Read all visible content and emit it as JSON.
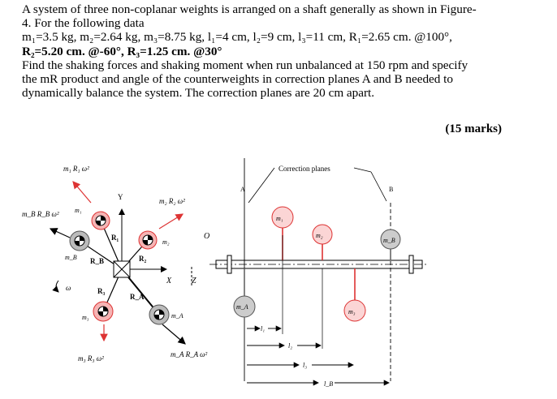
{
  "problem": {
    "line1": "A system of three non-coplanar weights is arranged on a shaft generally as shown in Figure-",
    "line2": "4. For the following data",
    "line3": "m₁=3.5 kg, m₂=2.64 kg, m₃=8.75 kg, l₁=4 cm, l₂=9 cm, l₃=11 cm, R₁=2.65 cm. @100°,",
    "line4": "R₂=5.20 cm. @-60°, R₃=1.25 cm. @30°",
    "line5": "Find the shaking forces and shaking moment when run unbalanced at 150 rpm and specify",
    "line6": "the mR product and angle of the counterweights in correction planes A and B needed to",
    "line7": "dynamically balance the system. The correction planes are 20 cm apart."
  },
  "marks": "(15 marks)",
  "figure": {
    "end_view": {
      "m1R1w2": "m₁ R₁ ω²",
      "m2R2w2": "m₂ R₂ ω²",
      "m3R3w2": "m₃ R₃ ω²",
      "mARAw2": "m_A R_A ω²",
      "mBRBw2": "m_B R_B ω²",
      "y_axis": "Y",
      "x_axis": "X",
      "z_axis": "Z",
      "m1": "m₁",
      "m2": "m₂",
      "m3": "m₃",
      "mA": "m_A",
      "mB": "m_B",
      "R1": "R₁",
      "R2": "R₂",
      "R3": "R₃",
      "RA": "R_A",
      "RB": "R_B",
      "omega": "ω",
      "origin": "O"
    },
    "side_view": {
      "correction_planes": "Correction planes",
      "plane_A": "A",
      "plane_B": "B",
      "m1": "m₁",
      "m2": "m₂",
      "m3": "m₃",
      "mA": "m_A",
      "mB": "m_B",
      "l1": "l₁",
      "l2": "l₂",
      "l3": "l₃",
      "lB": "l_B"
    }
  }
}
